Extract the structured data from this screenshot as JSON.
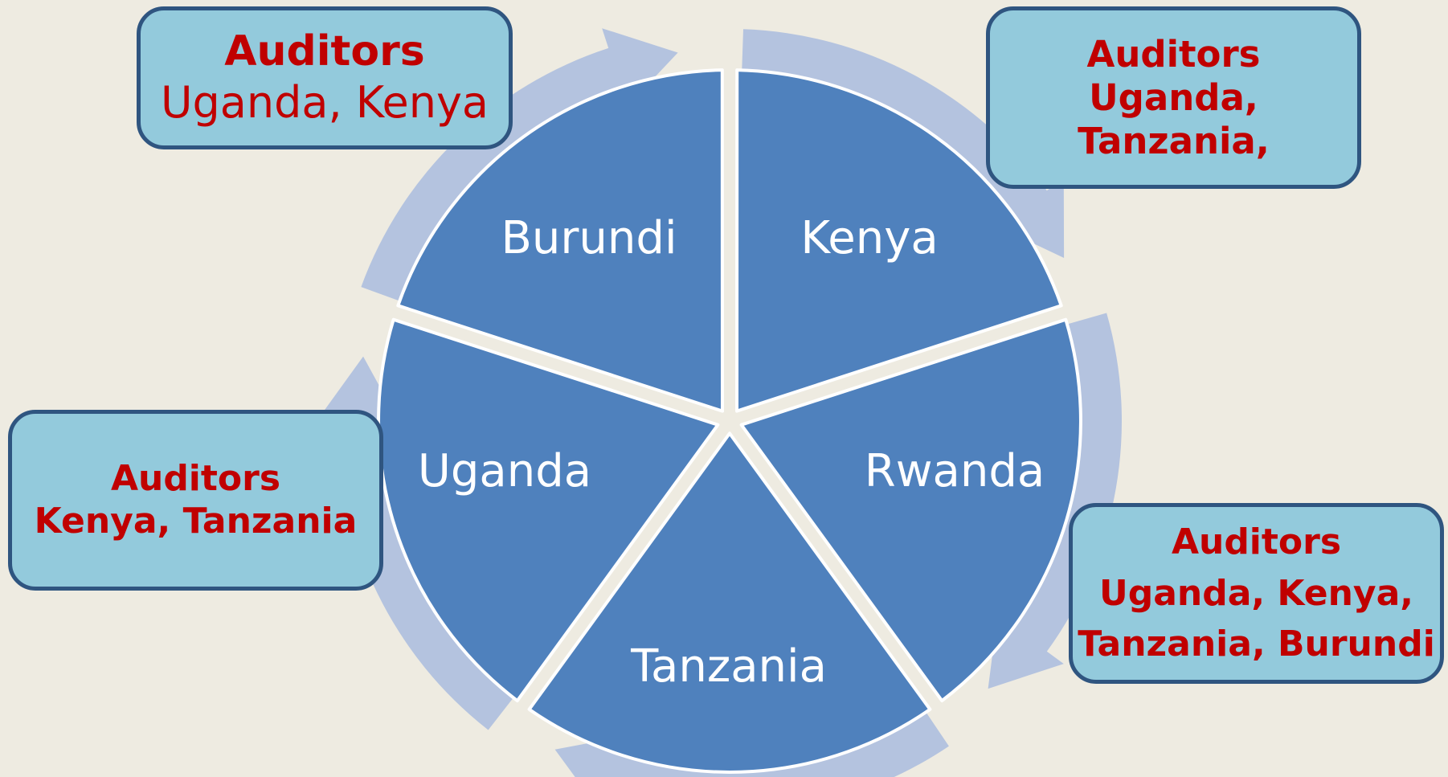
{
  "diagram": {
    "segments": [
      {
        "key": "kenya",
        "label": "Kenya"
      },
      {
        "key": "rwanda",
        "label": "Rwanda"
      },
      {
        "key": "tanzania",
        "label": "Tanzania"
      },
      {
        "key": "uganda",
        "label": "Uganda"
      },
      {
        "key": "burundi",
        "label": "Burundi"
      }
    ],
    "notes": {
      "burundi": {
        "heading": "Auditors",
        "names": "Uganda, Kenya"
      },
      "kenya": {
        "heading": "Auditors",
        "names": "Uganda, Tanzania,"
      },
      "uganda": {
        "heading": "Auditors",
        "names": "Kenya, Tanzania"
      },
      "rwanda": {
        "heading": "Auditors",
        "names_line1": "Uganda, Kenya,",
        "names_line2": "Tanzania, Burundi"
      }
    },
    "colors": {
      "background": "#eeebe1",
      "segment_fill": "#4f81bd",
      "arrow_ring": "#b4c3df",
      "note_fill": "#93cadc",
      "note_border": "#2f5580",
      "note_text": "#c00000",
      "segment_text": "#ffffff"
    }
  }
}
